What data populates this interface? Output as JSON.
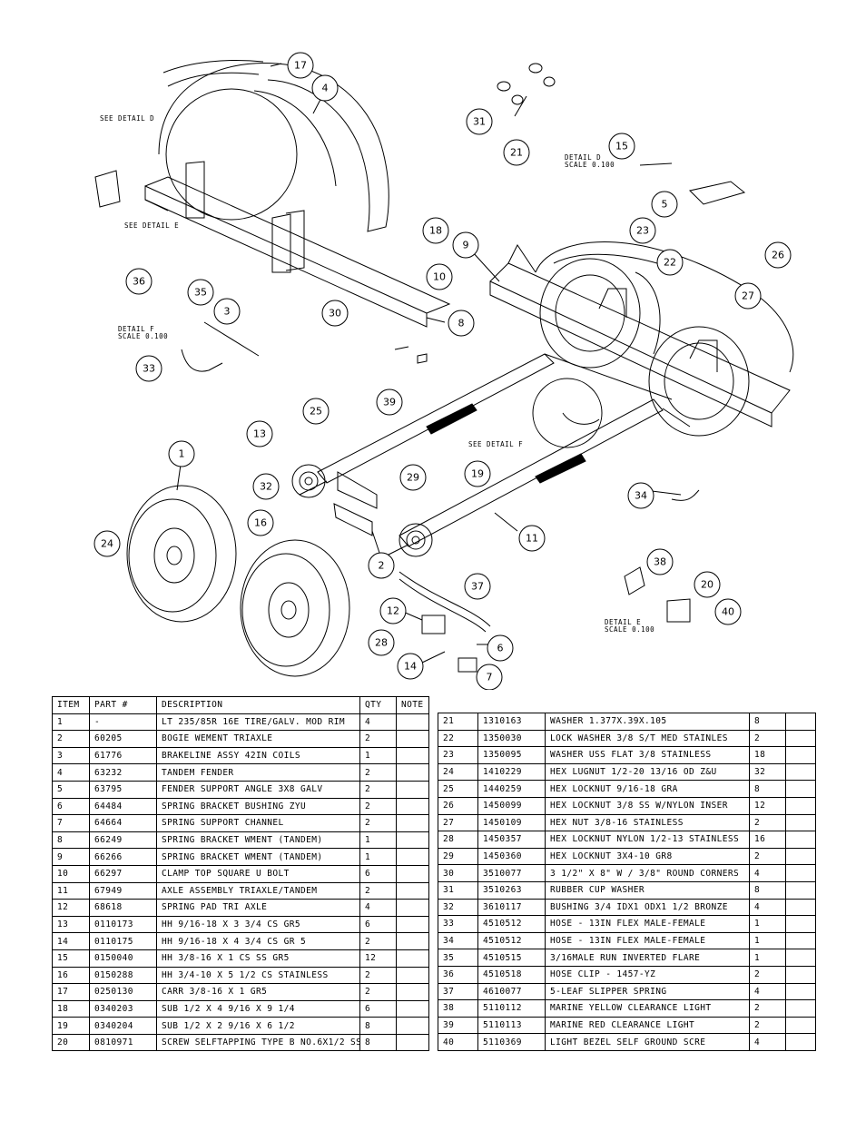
{
  "bom_headers": {
    "item": "ITEM",
    "part": "PART #",
    "description": "DESCRIPTION",
    "qty": "QTY",
    "note": "NOTE"
  },
  "bom_left": [
    {
      "item": "1",
      "part": "-",
      "description": "LT 235/85R 16E TIRE/GALV. MOD RIM",
      "qty": "4"
    },
    {
      "item": "2",
      "part": "60205",
      "description": "BOGIE WEMENT   TRIAXLE",
      "qty": "2"
    },
    {
      "item": "3",
      "part": "61776",
      "description": "BRAKELINE ASSY  42IN COILS",
      "qty": "1"
    },
    {
      "item": "4",
      "part": "63232",
      "description": "TANDEM FENDER",
      "qty": "2"
    },
    {
      "item": "5",
      "part": "63795",
      "description": "FENDER SUPPORT ANGLE 3X8 GALV",
      "qty": "2"
    },
    {
      "item": "6",
      "part": "64484",
      "description": "SPRING BRACKET BUSHING   ZYU",
      "qty": "2"
    },
    {
      "item": "7",
      "part": "64664",
      "description": "SPRING SUPPORT CHANNEL",
      "qty": "2"
    },
    {
      "item": "8",
      "part": "66249",
      "description": "SPRING BRACKET WMENT (TANDEM)",
      "qty": "1"
    },
    {
      "item": "9",
      "part": "66266",
      "description": "SPRING BRACKET WMENT (TANDEM)",
      "qty": "1"
    },
    {
      "item": "10",
      "part": "66297",
      "description": "CLAMP TOP SQUARE U BOLT",
      "qty": "6"
    },
    {
      "item": "11",
      "part": "67949",
      "description": "AXLE ASSEMBLY TRIAXLE/TANDEM",
      "qty": "2"
    },
    {
      "item": "12",
      "part": "68618",
      "description": "SPRING PAD   TRI AXLE",
      "qty": "4"
    },
    {
      "item": "13",
      "part": "0110173",
      "description": "HH 9/16-18 X 3 3/4 CS GR5",
      "qty": "6"
    },
    {
      "item": "14",
      "part": "0110175",
      "description": "HH 9/16-18 X 4 3/4 CS GR 5",
      "qty": "2"
    },
    {
      "item": "15",
      "part": "0150040",
      "description": "HH 3/8-16 X 1 CS SS GR5",
      "qty": "12"
    },
    {
      "item": "16",
      "part": "0150288",
      "description": "HH 3/4-10 X 5 1/2 CS STAINLESS",
      "qty": "2"
    },
    {
      "item": "17",
      "part": "0250130",
      "description": "CARR 3/8-16 X 1 GR5",
      "qty": "2"
    },
    {
      "item": "18",
      "part": "0340203",
      "description": "SUB 1/2 X 4 9/16 X 9 1/4",
      "qty": "6"
    },
    {
      "item": "19",
      "part": "0340204",
      "description": "SUB 1/2 X 2 9/16 X 6 1/2",
      "qty": "8"
    },
    {
      "item": "20",
      "part": "0810971",
      "description": "SCREW SELFTAPPING TYPE B NO.6X1/2 SS",
      "qty": "8"
    }
  ],
  "bom_right": [
    {
      "item": "21",
      "part": "1310163",
      "description": "WASHER 1.377X.39X.105",
      "qty": "8"
    },
    {
      "item": "22",
      "part": "1350030",
      "description": "LOCK WASHER 3/8 S/T MED STAINLES",
      "qty": "2"
    },
    {
      "item": "23",
      "part": "1350095",
      "description": "WASHER USS FLAT 3/8 STAINLESS",
      "qty": "18"
    },
    {
      "item": "24",
      "part": "1410229",
      "description": "HEX LUGNUT 1/2-20 13/16 OD Z&U",
      "qty": "32"
    },
    {
      "item": "25",
      "part": "1440259",
      "description": "HEX LOCKNUT 9/16-18 GRA",
      "qty": "8"
    },
    {
      "item": "26",
      "part": "1450099",
      "description": "HEX LOCKNUT 3/8 SS W/NYLON INSER",
      "qty": "12"
    },
    {
      "item": "27",
      "part": "1450109",
      "description": "HEX NUT 3/8-16 STAINLESS",
      "qty": "2"
    },
    {
      "item": "28",
      "part": "1450357",
      "description": "HEX LOCKNUT NYLON 1/2-13 STAINLESS",
      "qty": "16"
    },
    {
      "item": "29",
      "part": "1450360",
      "description": "HEX LOCKNUT 3X4-10 GR8",
      "qty": "2"
    },
    {
      "item": "30",
      "part": "3510077",
      "description": "3 1/2\" X 8\" W / 3/8\" ROUND CORNERS",
      "qty": "4"
    },
    {
      "item": "31",
      "part": "3510263",
      "description": "RUBBER CUP WASHER",
      "qty": "8"
    },
    {
      "item": "32",
      "part": "3610117",
      "description": "BUSHING  3/4 IDX1 ODX1 1/2 BRONZE",
      "qty": "4"
    },
    {
      "item": "33",
      "part": "4510512",
      "description": "HOSE - 13IN FLEX MALE-FEMALE",
      "qty": "1"
    },
    {
      "item": "34",
      "part": "4510512",
      "description": "HOSE - 13IN FLEX MALE-FEMALE",
      "qty": "1"
    },
    {
      "item": "35",
      "part": "4510515",
      "description": "3/16MALE RUN INVERTED FLARE",
      "qty": "1"
    },
    {
      "item": "36",
      "part": "4510518",
      "description": "HOSE CLIP - 1457-YZ",
      "qty": "2"
    },
    {
      "item": "37",
      "part": "4610077",
      "description": "5-LEAF SLIPPER SPRING",
      "qty": "4"
    },
    {
      "item": "38",
      "part": "5110112",
      "description": "MARINE YELLOW CLEARANCE LIGHT",
      "qty": "2"
    },
    {
      "item": "39",
      "part": "5110113",
      "description": "MARINE RED CLEARANCE LIGHT",
      "qty": "2"
    },
    {
      "item": "40",
      "part": "5110369",
      "description": "LIGHT BEZEL   SELF GROUND   SCRE",
      "qty": "4"
    }
  ],
  "balloons": [
    "1",
    "2",
    "3",
    "4",
    "5",
    "6",
    "7",
    "8",
    "9",
    "10",
    "11",
    "12",
    "13",
    "14",
    "15",
    "16",
    "17",
    "18",
    "19",
    "20",
    "21",
    "22",
    "23",
    "24",
    "25",
    "26",
    "27",
    "28",
    "29",
    "30",
    "31",
    "32",
    "33",
    "34",
    "35",
    "36",
    "37",
    "38",
    "39",
    "40"
  ],
  "notes": {
    "see_detail_d": "SEE DETAIL  D",
    "see_detail_e": "SEE DETAIL  E",
    "see_detail_f": "SEE DETAIL  F",
    "detail_d": "DETAIL  D",
    "detail_e": "DETAIL  E",
    "detail_f": "DETAIL  F",
    "scale": "SCALE  0.100"
  }
}
